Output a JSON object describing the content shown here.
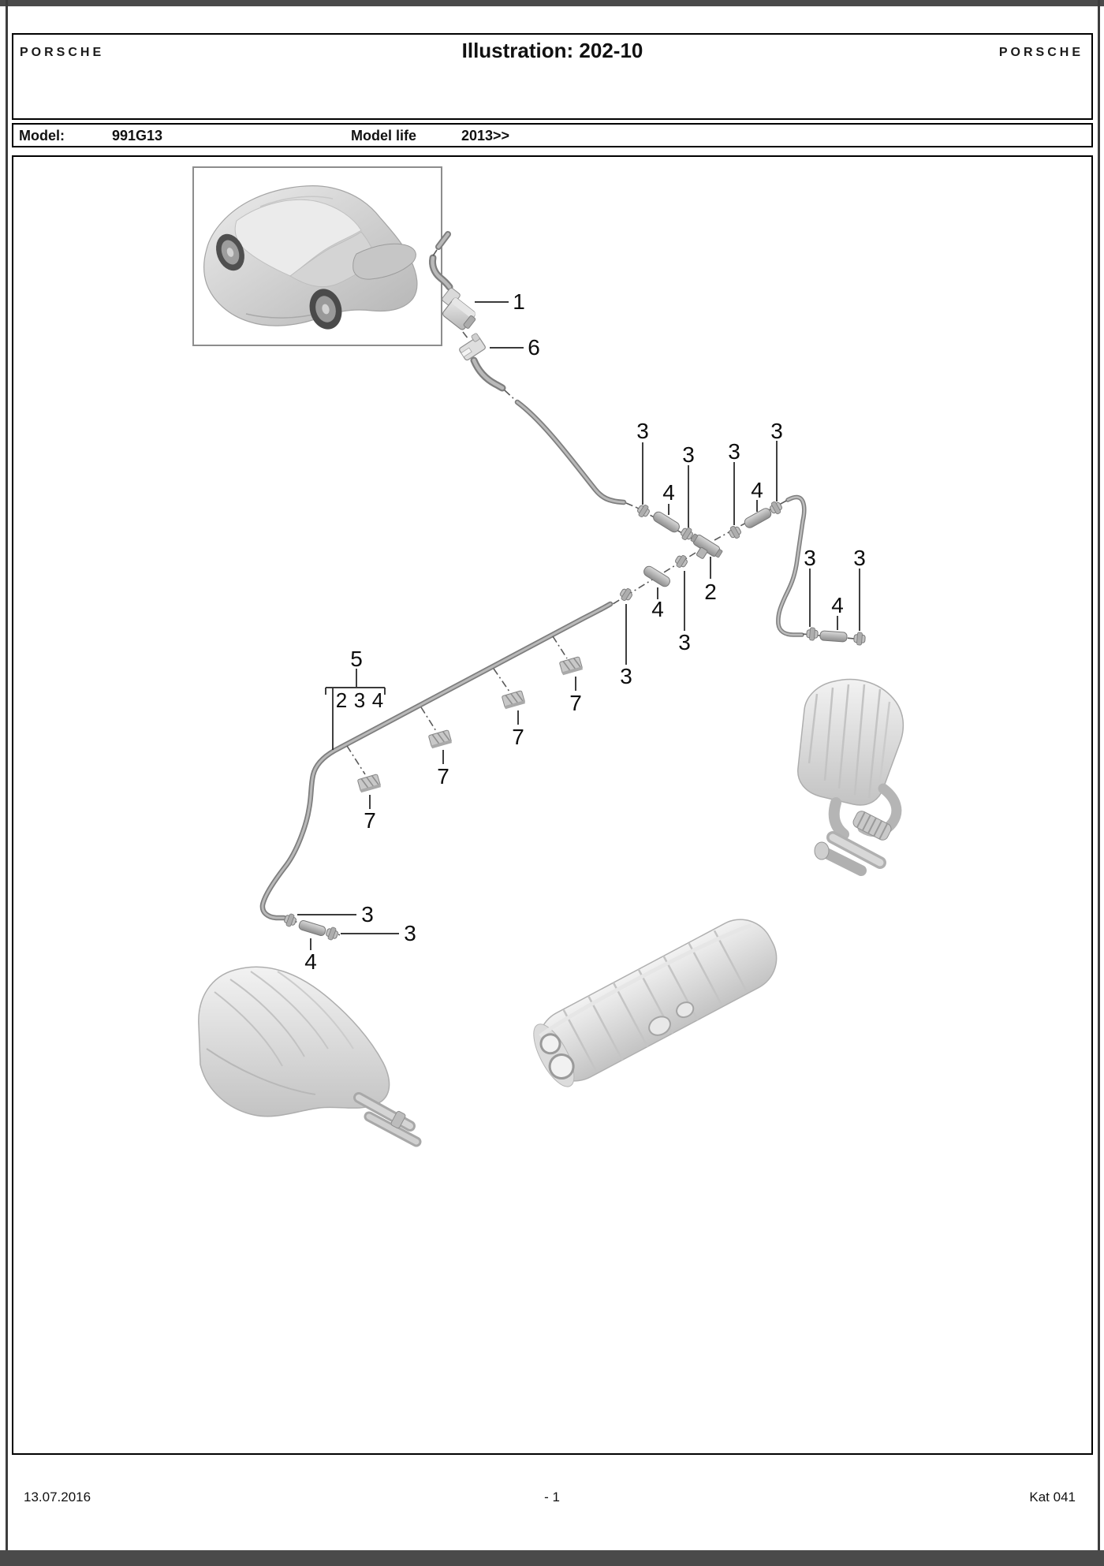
{
  "header": {
    "brand_left": "PORSCHE",
    "title": "Illustration: 202-10",
    "brand_right": "PORSCHE"
  },
  "model_bar": {
    "model_label": "Model:",
    "model_value": "991G13",
    "life_label": "Model life",
    "life_value": "2013>>"
  },
  "footer": {
    "date": "13.07.2016",
    "page_number": "- 1",
    "catalog": "Kat 041"
  },
  "diagram": {
    "callouts": [
      {
        "label": "1"
      },
      {
        "label": "6"
      },
      {
        "label": "3"
      },
      {
        "label": "4"
      },
      {
        "label": "3"
      },
      {
        "label": "3"
      },
      {
        "label": "4"
      },
      {
        "label": "3"
      },
      {
        "label": "2"
      },
      {
        "label": "3"
      },
      {
        "label": "4"
      },
      {
        "label": "3"
      },
      {
        "label": "3"
      },
      {
        "label": "4"
      },
      {
        "label": "3"
      },
      {
        "label": "5"
      },
      {
        "label": "7"
      },
      {
        "label": "7"
      },
      {
        "label": "7"
      },
      {
        "label": "7"
      },
      {
        "label": "3"
      },
      {
        "label": "3"
      },
      {
        "label": "4"
      }
    ],
    "bracket": {
      "group_label": "5",
      "members": [
        "2",
        "3",
        "4"
      ]
    }
  },
  "colors": {
    "accent_line": "#2a2a2a",
    "tube": "#9a9a9a",
    "part_fill": "#c6c6c6",
    "frame": "#4a4a4a"
  }
}
